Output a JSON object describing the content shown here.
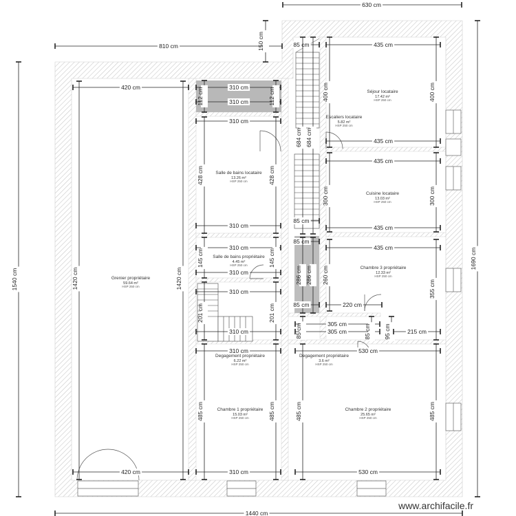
{
  "watermark": "www.archifacile.fr",
  "rooms": [
    {
      "id": "grenier",
      "name": "Grenier propriétaire",
      "area": "59.64 m²",
      "hsp": "HSP 250 cm"
    },
    {
      "id": "sdb_loc",
      "name": "Salle de bains locataire",
      "area": "13.26 m²",
      "hsp": "HSP 250 cm"
    },
    {
      "id": "sdb_prop",
      "name": "Salle de bains propriétaire",
      "area": "4.45 m²",
      "hsp": "HSP 250 cm"
    },
    {
      "id": "escaliers",
      "name": "Escaliers locataire",
      "area": "5.82 m²",
      "hsp": "HSP 250 cm"
    },
    {
      "id": "sejour",
      "name": "Séjour locataire",
      "area": "17.42 m²",
      "hsp": "HSP 250 cm"
    },
    {
      "id": "cuisine",
      "name": "Cuisine locataire",
      "area": "13.03 m²",
      "hsp": "HSP 250 cm"
    },
    {
      "id": "chambre3",
      "name": "Chambre 3 propriétaire",
      "area": "12.33 m²",
      "hsp": "HSP 250 cm"
    },
    {
      "id": "deg1",
      "name": "Degagement propriétaire",
      "area": "6.22 m²",
      "hsp": "HSP 250 cm"
    },
    {
      "id": "deg2",
      "name": "Degagement propriétaire",
      "area": "3.6 m²",
      "hsp": "HSP 250 cm"
    },
    {
      "id": "chambre1",
      "name": "Chambre 1 propriétaire",
      "area": "15.03 m²",
      "hsp": "HSP 250 cm"
    },
    {
      "id": "chambre2",
      "name": "Chambre 2 propriétaire",
      "area": "25.65 m²",
      "hsp": "HSP 250 cm"
    }
  ],
  "dimensions": [
    {
      "id": "d630",
      "label": "630 cm"
    },
    {
      "id": "d810",
      "label": "810 cm"
    },
    {
      "id": "d150",
      "label": "150 cm"
    },
    {
      "id": "d85a",
      "label": "85 cm"
    },
    {
      "id": "d435a",
      "label": "435 cm"
    },
    {
      "id": "d420a",
      "label": "420 cm"
    },
    {
      "id": "d310a",
      "label": "310 cm"
    },
    {
      "id": "d310b",
      "label": "310 cm"
    },
    {
      "id": "d112a",
      "label": "112 cm"
    },
    {
      "id": "d112b",
      "label": "112 cm"
    },
    {
      "id": "d400a",
      "label": "400 cm"
    },
    {
      "id": "d400b",
      "label": "400 cm"
    },
    {
      "id": "d310c",
      "label": "310 cm"
    },
    {
      "id": "d684a",
      "label": "684 cm"
    },
    {
      "id": "d684b",
      "label": "684 cm"
    },
    {
      "id": "d435b",
      "label": "435 cm"
    },
    {
      "id": "d435c",
      "label": "435 cm"
    },
    {
      "id": "d428a",
      "label": "428 cm"
    },
    {
      "id": "d428b",
      "label": "428 cm"
    },
    {
      "id": "d300a",
      "label": "300 cm"
    },
    {
      "id": "d300b",
      "label": "300 cm"
    },
    {
      "id": "d1540",
      "label": "1540 cm"
    },
    {
      "id": "d1690",
      "label": "1690 cm"
    },
    {
      "id": "d1420a",
      "label": "1420 cm"
    },
    {
      "id": "d1420b",
      "label": "1420 cm"
    },
    {
      "id": "d310d",
      "label": "310 cm"
    },
    {
      "id": "d85b",
      "label": "85 cm"
    },
    {
      "id": "d85c",
      "label": "85 cm"
    },
    {
      "id": "d435d",
      "label": "435 cm"
    },
    {
      "id": "d310e",
      "label": "310 cm"
    },
    {
      "id": "d435e",
      "label": "435 cm"
    },
    {
      "id": "d145a",
      "label": "145 cm"
    },
    {
      "id": "d145b",
      "label": "145 cm"
    },
    {
      "id": "d310f",
      "label": "310 cm"
    },
    {
      "id": "d286a",
      "label": "286 cm"
    },
    {
      "id": "d286b",
      "label": "286 cm"
    },
    {
      "id": "d260",
      "label": "260 cm"
    },
    {
      "id": "d355",
      "label": "355 cm"
    },
    {
      "id": "d310g",
      "label": "310 cm"
    },
    {
      "id": "d85d",
      "label": "85 cm"
    },
    {
      "id": "d220",
      "label": "220 cm"
    },
    {
      "id": "d201a",
      "label": "201 cm"
    },
    {
      "id": "d201b",
      "label": "201 cm"
    },
    {
      "id": "d305a",
      "label": "305 cm"
    },
    {
      "id": "d305b",
      "label": "305 cm"
    },
    {
      "id": "d85e",
      "label": "85 cm"
    },
    {
      "id": "d95",
      "label": "95 cm"
    },
    {
      "id": "d215",
      "label": "215 cm"
    },
    {
      "id": "d85f",
      "label": "85 cm"
    },
    {
      "id": "d310h",
      "label": "310 cm"
    },
    {
      "id": "d310i",
      "label": "310 cm"
    },
    {
      "id": "d530a",
      "label": "530 cm"
    },
    {
      "id": "d485a",
      "label": "485 cm"
    },
    {
      "id": "d485b",
      "label": "485 cm"
    },
    {
      "id": "d485c",
      "label": "485 cm"
    },
    {
      "id": "d485d",
      "label": "485 cm"
    },
    {
      "id": "d420b",
      "label": "420 cm"
    },
    {
      "id": "d310j",
      "label": "310 cm"
    },
    {
      "id": "d530b",
      "label": "530 cm"
    },
    {
      "id": "d1440",
      "label": "1440 cm"
    }
  ]
}
